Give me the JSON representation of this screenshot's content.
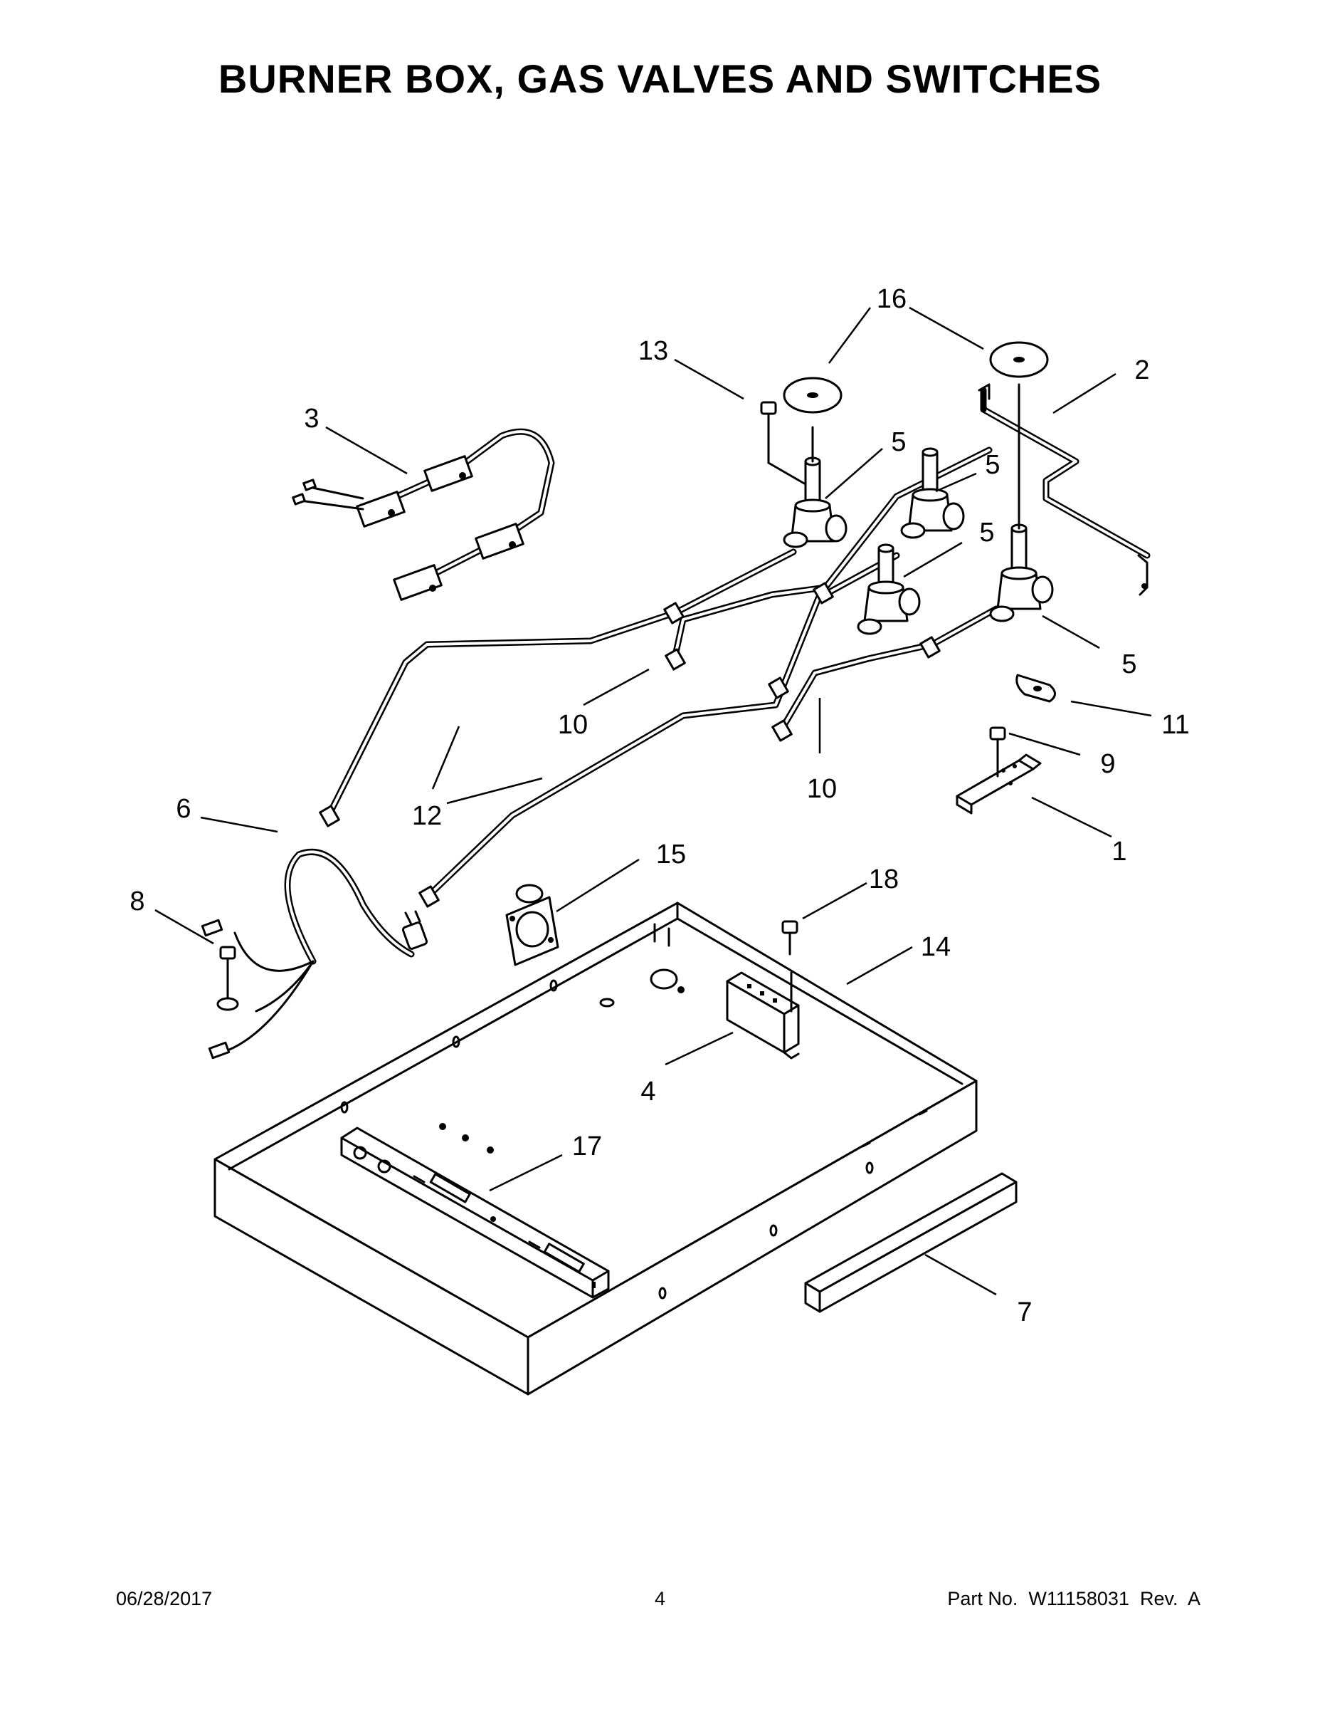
{
  "title": "BURNER BOX, GAS VALVES AND SWITCHES",
  "callouts": [
    {
      "id": "16",
      "label": "16"
    },
    {
      "id": "13",
      "label": "13"
    },
    {
      "id": "2",
      "label": "2"
    },
    {
      "id": "3",
      "label": "3"
    },
    {
      "id": "5a",
      "label": "5"
    },
    {
      "id": "5b",
      "label": "5"
    },
    {
      "id": "5c",
      "label": "5"
    },
    {
      "id": "5d",
      "label": "5"
    },
    {
      "id": "11",
      "label": "11"
    },
    {
      "id": "10a",
      "label": "10"
    },
    {
      "id": "10b",
      "label": "10"
    },
    {
      "id": "9",
      "label": "9"
    },
    {
      "id": "6",
      "label": "6"
    },
    {
      "id": "12",
      "label": "12"
    },
    {
      "id": "1",
      "label": "1"
    },
    {
      "id": "15",
      "label": "15"
    },
    {
      "id": "18",
      "label": "18"
    },
    {
      "id": "8",
      "label": "8"
    },
    {
      "id": "14",
      "label": "14"
    },
    {
      "id": "4",
      "label": "4"
    },
    {
      "id": "17",
      "label": "17"
    },
    {
      "id": "7",
      "label": "7"
    }
  ],
  "footer": {
    "date": "06/28/2017",
    "page_number": "4",
    "part_number": "Part No.  W11158031  Rev.  A"
  }
}
